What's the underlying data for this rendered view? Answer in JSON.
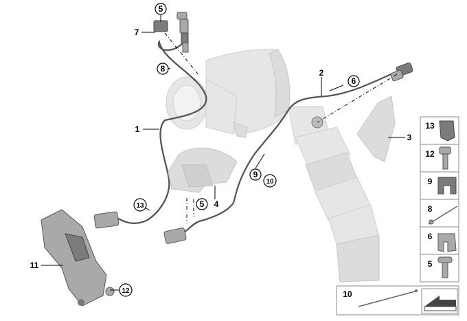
{
  "callouts": [
    {
      "id": "c1",
      "text": "1",
      "circled": false
    },
    {
      "id": "c2",
      "text": "2",
      "circled": false
    },
    {
      "id": "c3",
      "text": "3",
      "circled": false
    },
    {
      "id": "c4",
      "text": "4",
      "circled": false
    },
    {
      "id": "c5a",
      "text": "5",
      "circled": true
    },
    {
      "id": "c5b",
      "text": "5",
      "circled": true
    },
    {
      "id": "c6",
      "text": "6",
      "circled": true
    },
    {
      "id": "c7",
      "text": "7",
      "circled": false
    },
    {
      "id": "c8",
      "text": "8",
      "circled": true
    },
    {
      "id": "c9",
      "text": "9",
      "circled": true
    },
    {
      "id": "c10",
      "text": "10",
      "circled": true
    },
    {
      "id": "c11",
      "text": "11",
      "circled": false
    },
    {
      "id": "c12",
      "text": "12",
      "circled": true
    },
    {
      "id": "c13",
      "text": "13",
      "circled": true
    }
  ],
  "legend": {
    "items": [
      {
        "number": "13",
        "part": "clip nut"
      },
      {
        "number": "12",
        "part": "hex bolt"
      },
      {
        "number": "9",
        "part": "rubber grommet"
      },
      {
        "number": "8",
        "part": "cable tie"
      },
      {
        "number": "6",
        "part": "cable clip"
      },
      {
        "number": "5",
        "part": "hex bolt with washer"
      }
    ],
    "footer_number": "10"
  }
}
